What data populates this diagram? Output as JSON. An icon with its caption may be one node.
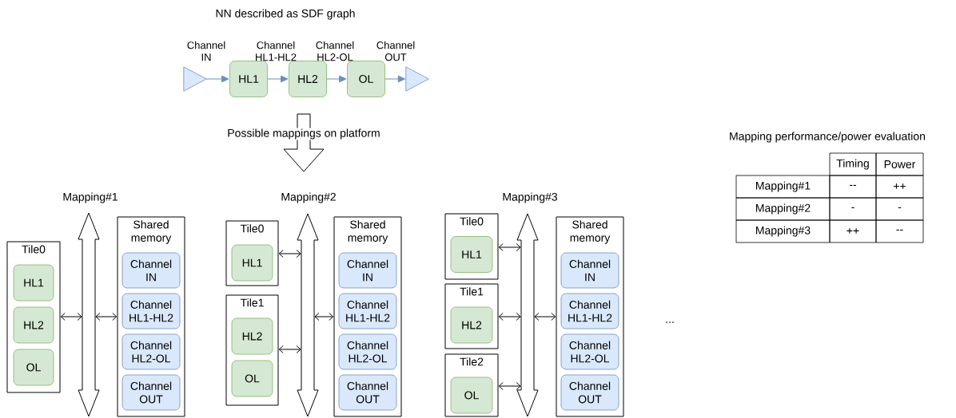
{
  "diagram": {
    "nodes": [
      {
        "text": [],
        "shape": "triangle"
      },
      {
        "text": [
          "HL1"
        ]
      },
      {
        "text": [
          "HL2"
        ]
      },
      {
        "text": [
          "OL"
        ]
      },
      {
        "text": [],
        "shape": "triangle"
      },
      {
        "text": [
          "Tile0"
        ]
      },
      {
        "text": [
          "HL1"
        ],
        "in": 5
      },
      {
        "text": [
          "HL2"
        ],
        "in": 5
      },
      {
        "text": [
          "OL"
        ],
        "in": 5
      },
      {
        "text": [],
        "shape": "arrow"
      },
      {
        "text": [
          "Shared memory"
        ]
      },
      {
        "text": [
          "Channel IN"
        ],
        "in": 10
      },
      {
        "text": [
          "Channel HL1-HL2"
        ],
        "in": 10
      },
      {
        "text": [
          "Channel HL2-OL"
        ],
        "in": 10
      },
      {
        "text": [
          "Channel OUT"
        ],
        "in": 10
      },
      {
        "text": [
          "Tile0"
        ]
      },
      {
        "text": [
          "HL1"
        ],
        "in": 15
      },
      {
        "text": [
          "Tile1"
        ]
      },
      {
        "text": [
          "HL2"
        ],
        "in": 17
      },
      {
        "text": [
          "OL"
        ],
        "in": 17
      },
      {
        "text": [],
        "shape": "arrow"
      },
      {
        "text": [
          "Shared memory"
        ]
      },
      {
        "text": [
          "Channel IN"
        ],
        "in": 21
      },
      {
        "text": [
          "Channel HL1-HL2"
        ],
        "in": 21
      },
      {
        "text": [
          "Channel HL2-OL"
        ],
        "in": 21
      },
      {
        "text": [
          "Channel OUT"
        ],
        "in": 21
      },
      {
        "text": [
          "Tile0"
        ]
      },
      {
        "text": [
          "HL1"
        ],
        "in": 26
      },
      {
        "text": [
          "Tile1"
        ]
      },
      {
        "text": [
          "HL2"
        ],
        "in": 28
      },
      {
        "text": [
          "Tile2"
        ]
      },
      {
        "text": [
          "OL"
        ],
        "in": 30
      },
      {
        "text": [],
        "shape": "arrow"
      },
      {
        "text": [
          "Shared memory"
        ]
      },
      {
        "text": [
          "Channel IN"
        ],
        "in": 33
      },
      {
        "text": [
          "Channel HL1-HL2"
        ],
        "in": 33
      },
      {
        "text": [
          "Channel HL2-OL"
        ],
        "in": 33
      },
      {
        "text": [
          "Channel OUT"
        ],
        "in": 33
      }
    ],
    "edges": [
      {
        "from": 0,
        "to": 1,
        "arrow": "to",
        "label": "Channel IN",
        "color": "#6c8ebf"
      },
      {
        "from": 1,
        "to": 2,
        "arrow": "to",
        "label": "Channel HL1-HL2",
        "color": "#6c8ebf"
      },
      {
        "from": 2,
        "to": 3,
        "arrow": "to",
        "label": "Channel HL2-OL",
        "color": "#6c8ebf"
      },
      {
        "from": 3,
        "to": 4,
        "arrow": "to",
        "label": "Channel OUT",
        "color": "#6c8ebf"
      },
      {
        "from": 5,
        "to": 9,
        "arrow": "both"
      },
      {
        "from": 9,
        "to": 10,
        "arrow": "both"
      },
      {
        "from": 15,
        "to": 20,
        "arrow": "both"
      },
      {
        "from": 17,
        "to": 20,
        "arrow": "both"
      },
      {
        "from": 20,
        "to": 21,
        "arrow": "both"
      },
      {
        "from": 26,
        "to": 32,
        "arrow": "both"
      },
      {
        "from": 28,
        "to": 32,
        "arrow": "both"
      },
      {
        "from": 30,
        "to": 32,
        "arrow": "both"
      },
      {
        "from": 32,
        "to": 33,
        "arrow": "both"
      }
    ],
    "labels": [
      "NN described as SDF graph",
      "Possible mappings on platform",
      "Mapping#1",
      "Mapping#2",
      "Mapping#3",
      "...",
      "Mapping performance/power evaluation",
      "Timing",
      "Power",
      "Mapping#1",
      "--",
      "++",
      "Mapping#2",
      "-",
      "-",
      "Mapping#3",
      "++",
      "--"
    ]
  }
}
